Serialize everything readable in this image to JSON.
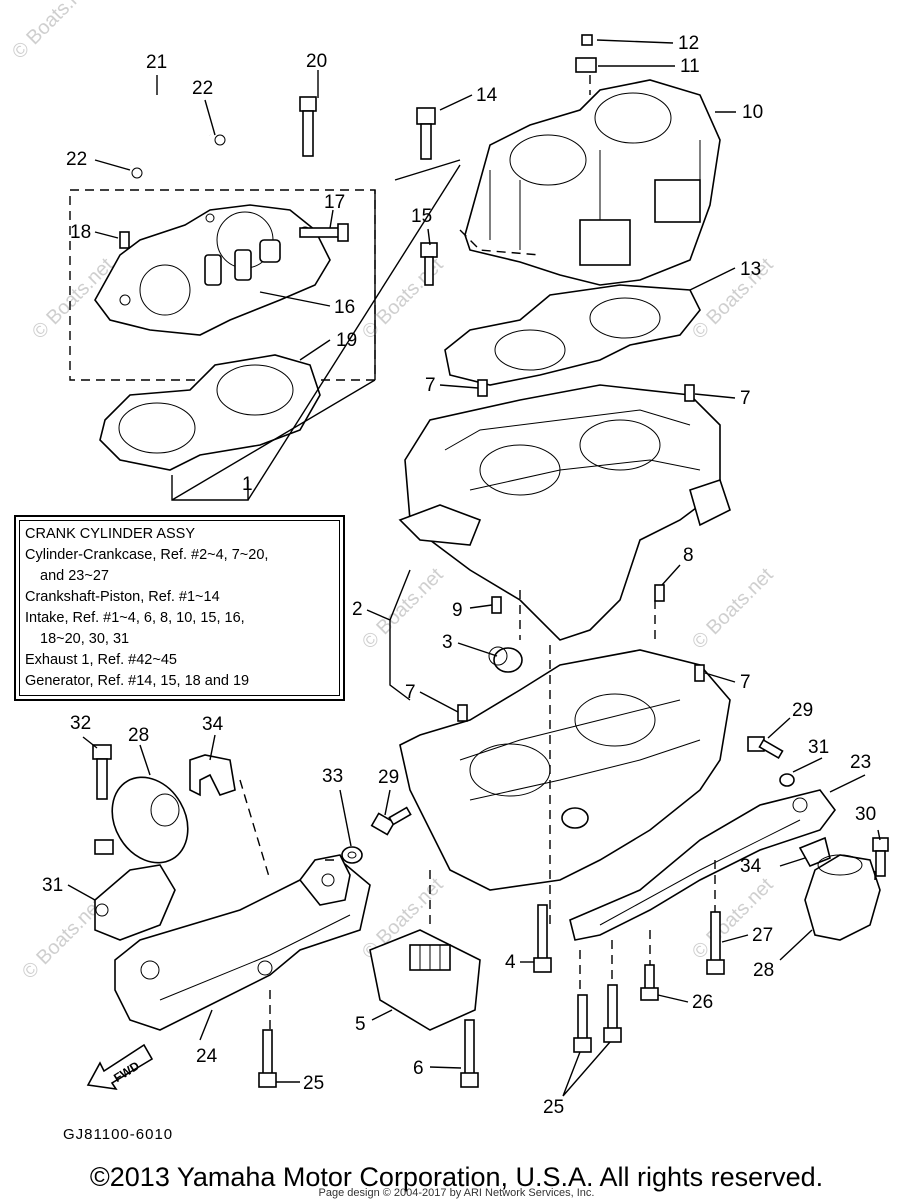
{
  "legend": {
    "title": "CRANK CYLINDER ASSY",
    "lines": [
      "Cylinder-Crankcase, Ref. #2~4, 7~20,",
      "and 23~27",
      "Crankshaft-Piston, Ref. #1~14",
      "Intake, Ref. #1~4, 6, 8, 10, 15, 16,",
      "18~20, 30, 31",
      "Exhaust 1, Ref. #42~45",
      "Generator, Ref. #14, 15, 18 and 19"
    ]
  },
  "callouts": [
    "1",
    "2",
    "3",
    "4",
    "5",
    "6",
    "7",
    "7",
    "7",
    "7",
    "8",
    "9",
    "10",
    "11",
    "12",
    "13",
    "14",
    "15",
    "16",
    "17",
    "18",
    "19",
    "20",
    "21",
    "22",
    "22",
    "23",
    "24",
    "25",
    "25",
    "26",
    "27",
    "28",
    "28",
    "29",
    "29",
    "30",
    "31",
    "31",
    "32",
    "33",
    "34",
    "34"
  ],
  "fwd_label": "FWD",
  "diagram_code": "GJ81100-6010",
  "copyright": "©2013 Yamaha Motor Corporation, U.S.A. All rights reserved.",
  "page_design": "Page design © 2004-2017 by ARI Network Services, Inc.",
  "watermark": "© Boats.net",
  "colors": {
    "ink": "#000000",
    "watermark": "#cfcfcf",
    "background": "#ffffff"
  }
}
